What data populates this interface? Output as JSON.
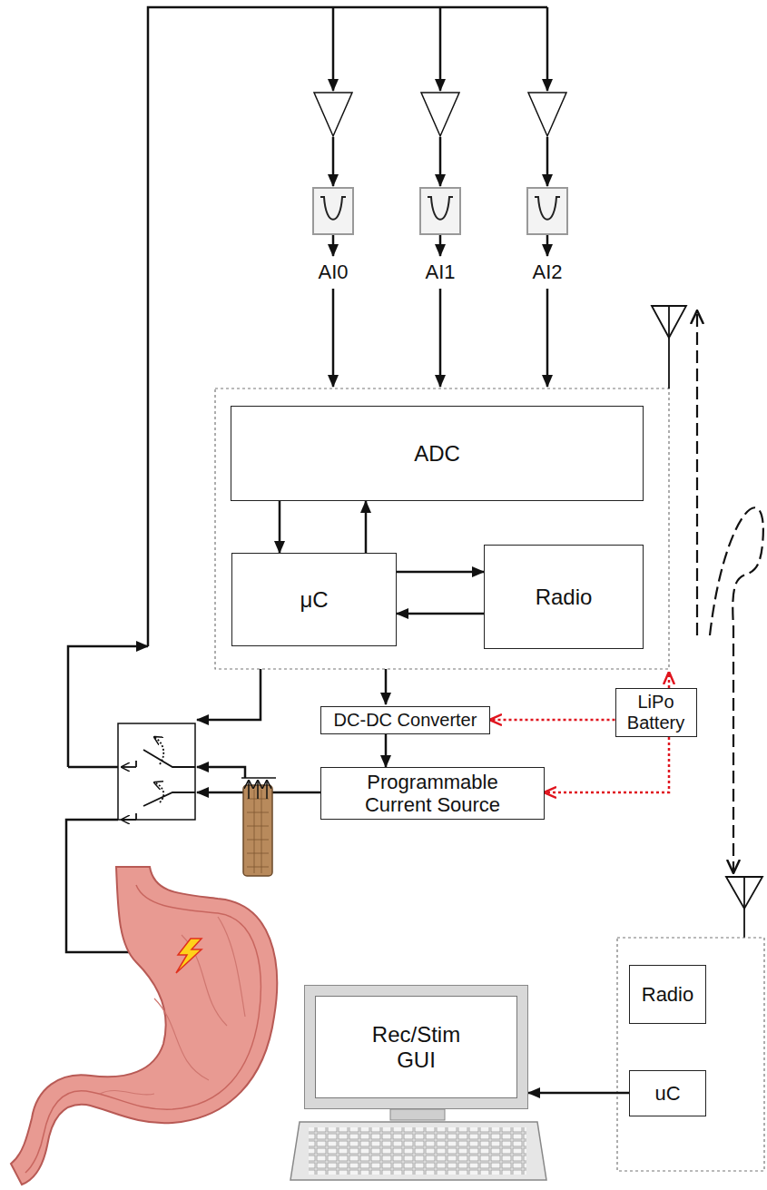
{
  "diagram": {
    "nodes": [
      {
        "text": [
          "ADC"
        ]
      },
      {
        "text": [
          "μC"
        ]
      },
      {
        "text": [
          "Radio"
        ]
      },
      {
        "text": [
          "DC-DC Converter"
        ]
      },
      {
        "text": [
          "LiPo Battery"
        ]
      },
      {
        "text": [
          "Programmable Current Source"
        ]
      },
      {
        "text": [
          "Radio"
        ]
      },
      {
        "text": [
          "uC"
        ]
      },
      {
        "text": [
          "Rec/Stim GUI"
        ]
      }
    ],
    "edges": [
      {
        "from": 0,
        "to": 1,
        "arrow": "to"
      },
      {
        "from": 1,
        "to": 0,
        "arrow": "to"
      },
      {
        "from": 1,
        "to": 2,
        "arrow": "to"
      },
      {
        "from": 2,
        "to": 1,
        "arrow": "to"
      },
      {
        "from": 3,
        "to": 5,
        "arrow": "to"
      },
      {
        "from": 4,
        "to": 3,
        "arrow": "to"
      },
      {
        "from": 4,
        "to": 5,
        "arrow": "to"
      },
      {
        "from": 7,
        "to": 8,
        "arrow": "to"
      }
    ],
    "labels": [
      "AI0",
      "AI1",
      "AI2"
    ]
  }
}
